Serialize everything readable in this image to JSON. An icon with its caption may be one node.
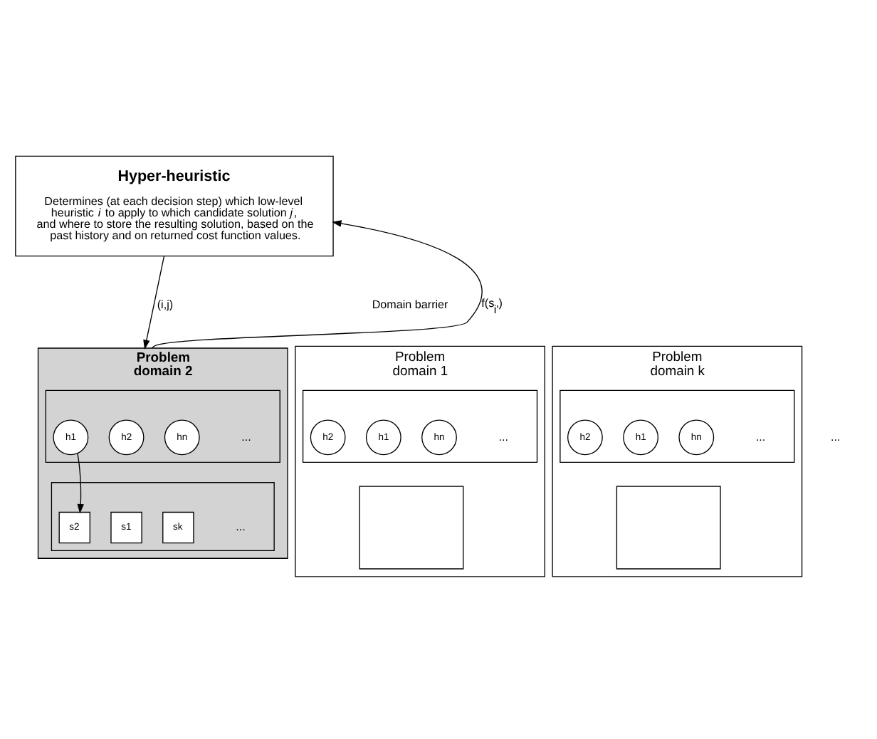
{
  "diagram": {
    "nodes": [
      {
        "text": [
          "Hyper-heuristic",
          "Determines (at each decision step) which low-level heuristic *i* to apply to which candidate solution *j*, and where to store the resulting solution, based on the past history and on returned cost function values."
        ]
      },
      {
        "text": [
          "Problem domain 1"
        ]
      },
      {
        "text": [],
        "shape": "box",
        "in": 1
      },
      {
        "text": [
          "h2"
        ],
        "in": 2
      },
      {
        "text": [
          "h1"
        ],
        "in": 2
      },
      {
        "text": [
          "hn"
        ],
        "in": 2
      },
      {
        "text": [],
        "shape": "box",
        "in": 1
      },
      {
        "text": [
          "Problem domain 2"
        ]
      },
      {
        "text": [],
        "shape": "box",
        "in": 7
      },
      {
        "text": [
          "h2"
        ],
        "in": 8
      },
      {
        "text": [
          "h1"
        ],
        "in": 8
      },
      {
        "text": [
          "hn"
        ],
        "in": 8
      },
      {
        "text": [],
        "shape": "box",
        "in": 7
      },
      {
        "text": [
          "s1"
        ],
        "in": 12
      },
      {
        "text": [
          "s2"
        ],
        "in": 12
      },
      {
        "text": [
          "sk"
        ],
        "in": 12
      },
      {
        "text": [
          "Problem domain k"
        ]
      },
      {
        "text": [],
        "shape": "box",
        "in": 16
      },
      {
        "text": [
          "h2"
        ],
        "in": 17
      },
      {
        "text": [
          "h1"
        ],
        "in": 17
      },
      {
        "text": [
          "hn"
        ],
        "in": 17
      },
      {
        "text": [],
        "shape": "box",
        "in": 16
      }
    ],
    "edges": [
      {
        "from": 0,
        "to": 7,
        "arrow": "to",
        "label": "(i,j)"
      },
      {
        "from": 7,
        "to": 0,
        "arrow": "to",
        "label": "f(s$_{i'}$)"
      },
      {
        "from": 10,
        "to": 14,
        "arrow": "to"
      }
    ],
    "labels": [
      "Domain barrier",
      "...",
      "...",
      "...",
      "...",
      "..."
    ]
  }
}
